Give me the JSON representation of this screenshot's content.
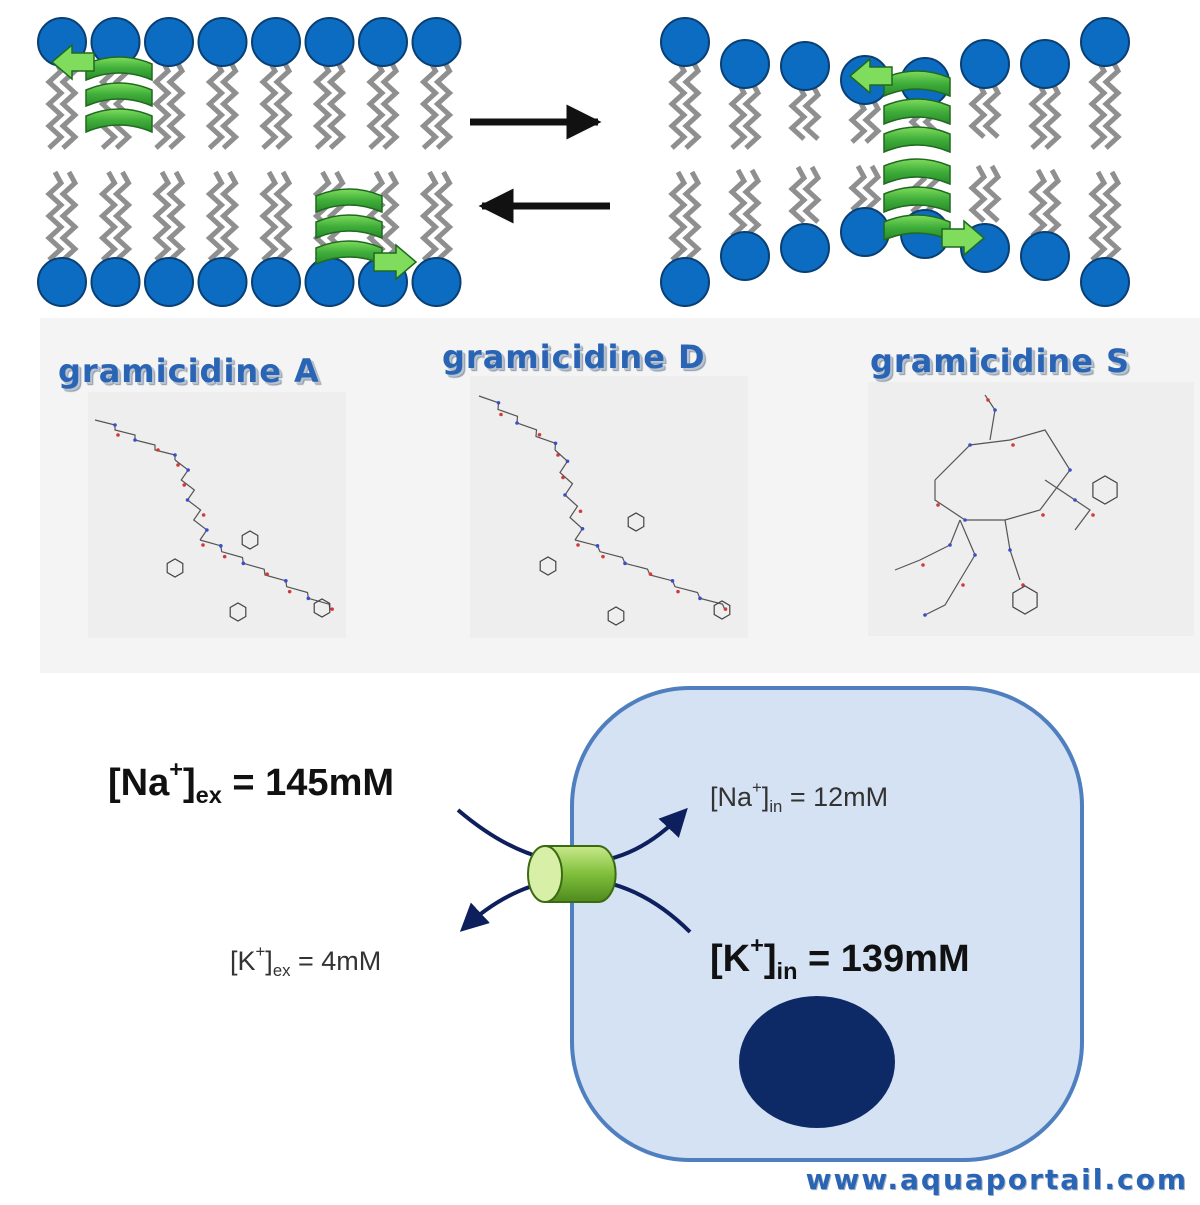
{
  "colors": {
    "headgroup": "#0b6cc2",
    "headgroup_edge": "#0a3f73",
    "tail": "#8f8f8f",
    "helix": "#3fae3a",
    "helix_light": "#7fdc5c",
    "cell_fill": "#d5e2f3",
    "cell_border": "#4f7fbf",
    "nucleus": "#0d2a66",
    "arrow": "#0d1f5c",
    "title": "#2a64b4"
  },
  "structures": {
    "a": {
      "title": "gramicidine A"
    },
    "d": {
      "title": "gramicidine D"
    },
    "s": {
      "title": "gramicidine S"
    }
  },
  "concentrations": {
    "na_ex": {
      "ion": "[Na",
      "charge": "+",
      "bracket": "]",
      "site": "ex",
      "value": " = 145mM"
    },
    "na_in": {
      "ion": "[Na",
      "charge": "+",
      "bracket": "]",
      "site": "in",
      "value": " = 12mM"
    },
    "k_ex": {
      "ion": "[K",
      "charge": "+",
      "bracket": "]",
      "site": "ex",
      "value": " = 4mM"
    },
    "k_in": {
      "ion": "[K",
      "charge": "+",
      "bracket": "]",
      "site": "in",
      "value": " = 139mM"
    }
  },
  "watermark": "www.aquaportail.com",
  "icons": [
    "equilibrium-arrows-icon",
    "helix-icon",
    "channel-icon",
    "nucleus-icon"
  ]
}
